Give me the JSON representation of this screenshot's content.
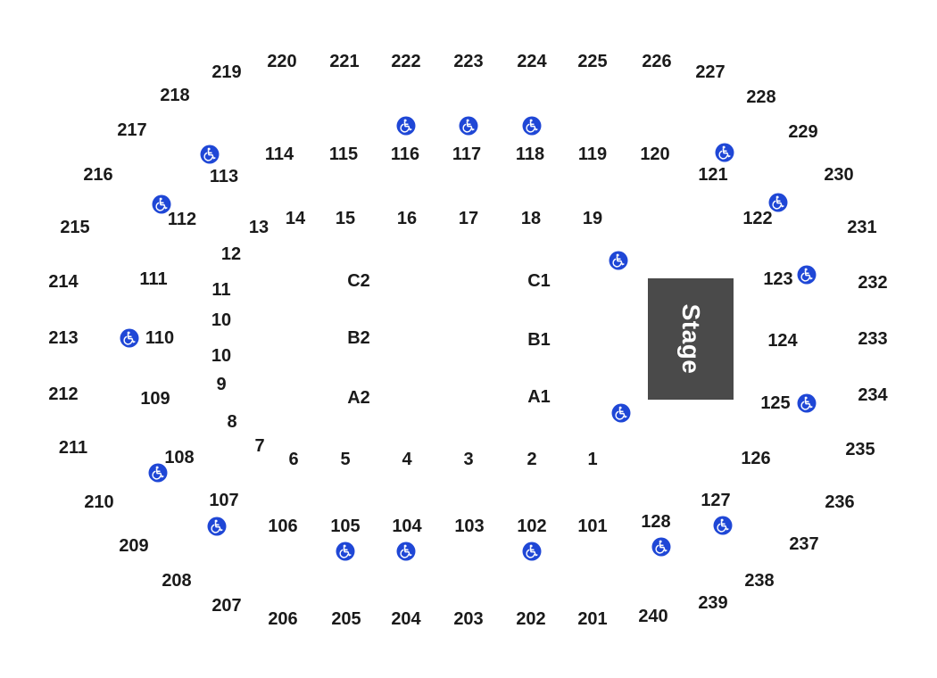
{
  "stage": {
    "label": "Stage",
    "color": "#4a4a4a"
  },
  "wheelchair_icon": {
    "name": "wheelchair-accessible-icon",
    "color": "#1f47d6"
  },
  "sections": {
    "s219": "219",
    "s220": "220",
    "s221": "221",
    "s222": "222",
    "s223": "223",
    "s224": "224",
    "s225": "225",
    "s226": "226",
    "s227": "227",
    "s228": "228",
    "s229": "229",
    "s230": "230",
    "s231": "231",
    "s232": "232",
    "s233": "233",
    "s234": "234",
    "s235": "235",
    "s236": "236",
    "s237": "237",
    "s238": "238",
    "s239": "239",
    "s240": "240",
    "s201": "201",
    "s202": "202",
    "s203": "203",
    "s204": "204",
    "s205": "205",
    "s206": "206",
    "s207": "207",
    "s208": "208",
    "s209": "209",
    "s210": "210",
    "s211": "211",
    "s212": "212",
    "s213": "213",
    "s214": "214",
    "s215": "215",
    "s216": "216",
    "s217": "217",
    "s218": "218",
    "s114": "114",
    "s115": "115",
    "s116": "116",
    "s117": "117",
    "s118": "118",
    "s119": "119",
    "s120": "120",
    "s121": "121",
    "s122": "122",
    "s123": "123",
    "s124": "124",
    "s125": "125",
    "s126": "126",
    "s127": "127",
    "s128": "128",
    "s101": "101",
    "s102": "102",
    "s103": "103",
    "s104": "104",
    "s105": "105",
    "s106": "106",
    "s107": "107",
    "s108": "108",
    "s109": "109",
    "s110": "110",
    "s111": "111",
    "s112": "112",
    "s113": "113",
    "s13": "13",
    "s14": "14",
    "s15": "15",
    "s16": "16",
    "s17": "17",
    "s18": "18",
    "s19": "19",
    "s12": "12",
    "s11": "11",
    "s10a": "10",
    "s10b": "10",
    "s9": "9",
    "s8": "8",
    "s7": "7",
    "s6": "6",
    "s5": "5",
    "s4": "4",
    "s3": "3",
    "s2": "2",
    "s1": "1",
    "sC2": "C2",
    "sC1": "C1",
    "sB2": "B2",
    "sB1": "B1",
    "sA2": "A2",
    "sA1": "A1"
  }
}
